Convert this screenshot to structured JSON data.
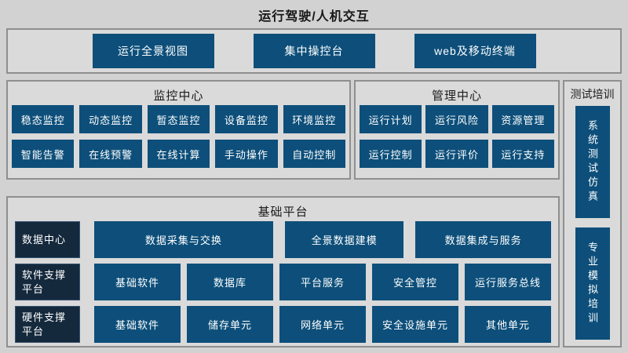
{
  "page": {
    "title": "运行驾驶/人机交互"
  },
  "colors": {
    "button_blue": "#0d4f7a",
    "label_navy": "#15293d",
    "box_border_gray": "#8f8f8f",
    "box_fill": "#dadada",
    "page_background": "#d2d2d2",
    "button_text": "#ffffff",
    "header_text": "#1c1c1c"
  },
  "top_section": {
    "buttons": [
      "运行全景视图",
      "集中操控台",
      "web及移动终端"
    ]
  },
  "monitoring": {
    "title": "监控中心",
    "rows": [
      [
        "稳态监控",
        "动态监控",
        "暂态监控",
        "设备监控",
        "环境监控"
      ],
      [
        "智能告警",
        "在线预警",
        "在线计算",
        "手动操作",
        "自动控制"
      ]
    ]
  },
  "management": {
    "title": "管理中心",
    "rows": [
      [
        "运行计划",
        "运行风险",
        "资源管理"
      ],
      [
        "运行控制",
        "运行评价",
        "运行支持"
      ]
    ]
  },
  "testing": {
    "title": "测试培训",
    "items": [
      "系统测试仿真",
      "专业模拟培训"
    ]
  },
  "platform": {
    "title": "基础平台",
    "rows": [
      {
        "label": "数据中心",
        "buttons": [
          "数据采集与交换",
          "全景数据建模",
          "数据集成与服务"
        ]
      },
      {
        "label": "软件支撑平台",
        "buttons": [
          "基础软件",
          "数据库",
          "平台服务",
          "安全管控",
          "运行服务总线"
        ]
      },
      {
        "label": "硬件支撑平台",
        "buttons": [
          "基础软件",
          "储存单元",
          "网络单元",
          "安全设施单元",
          "其他单元"
        ]
      }
    ]
  }
}
